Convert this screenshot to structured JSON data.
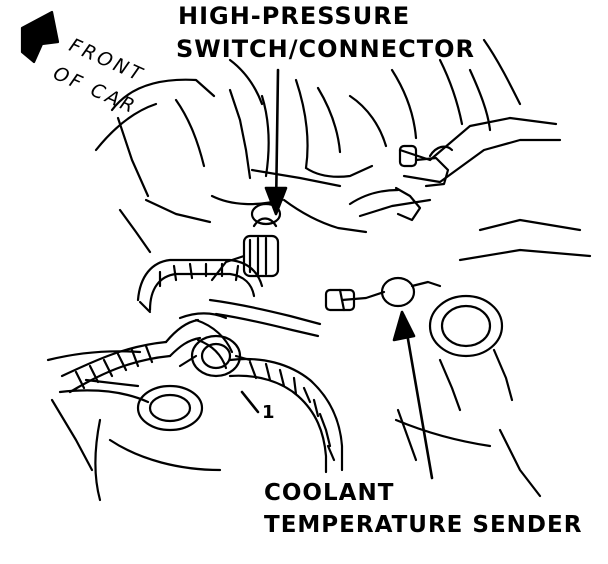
{
  "labels": {
    "high_pressure_line1": "HIGH-PRESSURE",
    "high_pressure_line2": "SWITCH/CONNECTOR",
    "coolant_line1": "COOLANT",
    "coolant_line2": "TEMPERATURE SENDER",
    "front_line1": "FRONT",
    "front_line2": "OF CAR",
    "callout_number": "1"
  },
  "colors": {
    "ink": "#000000",
    "paper": "#ffffff"
  }
}
